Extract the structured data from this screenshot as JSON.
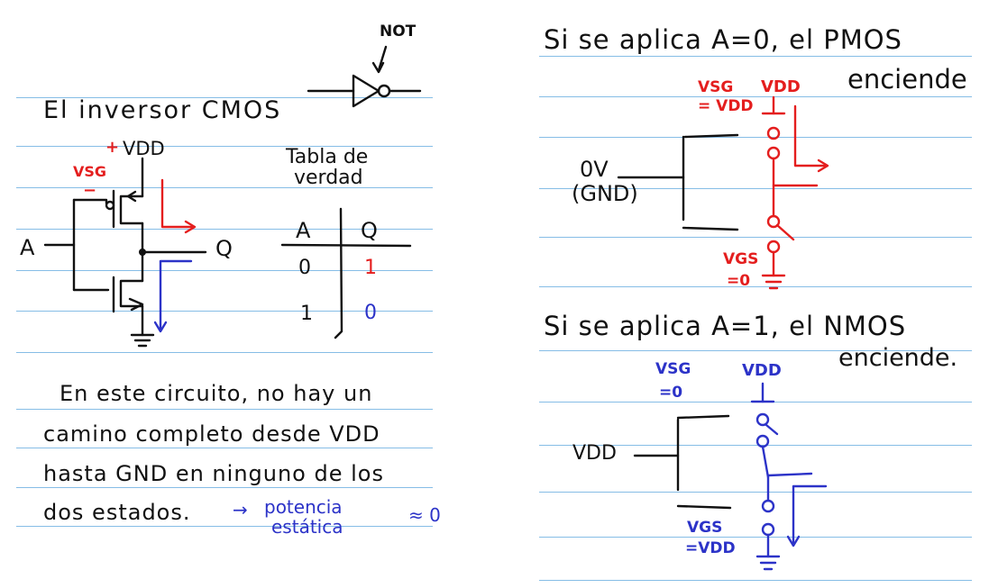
{
  "left": {
    "not_label": "NOT",
    "title": "El inversor CMOS",
    "circuit": {
      "vdd": "VDD",
      "plus": "+",
      "vsg": "VSG",
      "minus": "−",
      "input": "A",
      "output": "Q"
    },
    "truth_table": {
      "title_line1": "Tabla de",
      "title_line2": "verdad",
      "headers": [
        "A",
        "Q"
      ],
      "rows": [
        {
          "a": "0",
          "q": "1"
        },
        {
          "a": "1",
          "q": "0"
        }
      ]
    },
    "paragraph": {
      "line1": "En este circuito, no hay un",
      "line2": "camino completo desde VDD",
      "line3": "hasta GND en ninguno de los",
      "line4": "dos estados.",
      "arrow": "→",
      "potencia": "potencia",
      "estatica": "estática",
      "approx": "≈ 0"
    }
  },
  "right": {
    "case1": {
      "title_line1": "Si se aplica A=0, el PMOS",
      "title_line2": "enciende",
      "vsg_label": "VSG",
      "vsg_value": "= VDD",
      "vdd": "VDD",
      "input_line1": "0V",
      "input_line2": "(GND)",
      "vgs_label": "VGS",
      "vgs_value": "=0"
    },
    "case2": {
      "title_line1": "Si se aplica A=1, el NMOS",
      "title_line2": "enciende.",
      "vsg_label": "VSG",
      "vsg_value": "=0",
      "vdd": "VDD",
      "input": "VDD",
      "vgs_label": "VGS",
      "vgs_value": "=VDD"
    }
  },
  "colors": {
    "ink": "#111111",
    "red_ink": "#e41e1e",
    "blue_ink": "#2c33c8",
    "ruled_line": "#86bde6"
  }
}
